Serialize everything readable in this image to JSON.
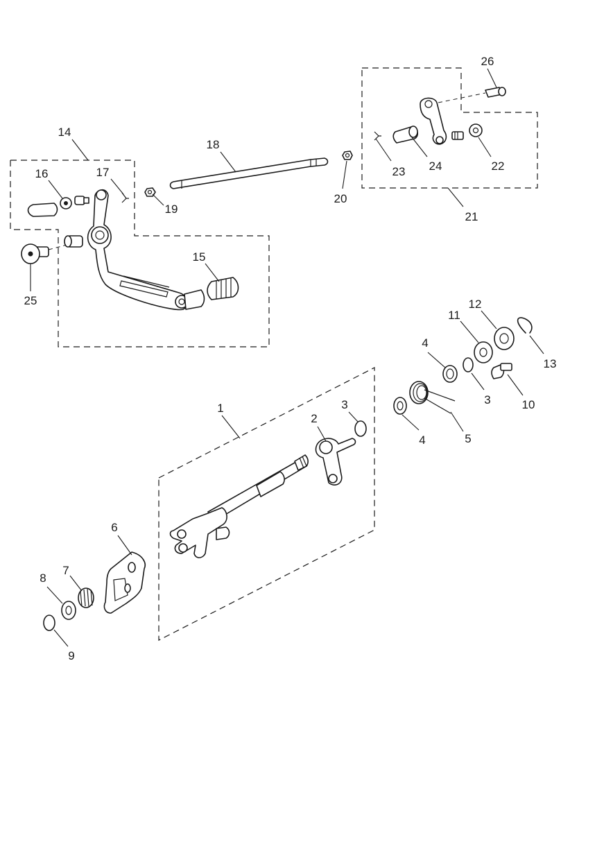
{
  "callouts": {
    "c1": "1",
    "c2": "2",
    "c3a": "3",
    "c3b": "3",
    "c4a": "4",
    "c4b": "4",
    "c5": "5",
    "c6": "6",
    "c7": "7",
    "c8": "8",
    "c9": "9",
    "c10": "10",
    "c11": "11",
    "c12": "12",
    "c13": "13",
    "c14": "14",
    "c15": "15",
    "c16": "16",
    "c17": "17",
    "c18": "18",
    "c19": "19",
    "c20": "20",
    "c21": "21",
    "c22": "22",
    "c23": "23",
    "c24": "24",
    "c25": "25",
    "c26": "26"
  }
}
